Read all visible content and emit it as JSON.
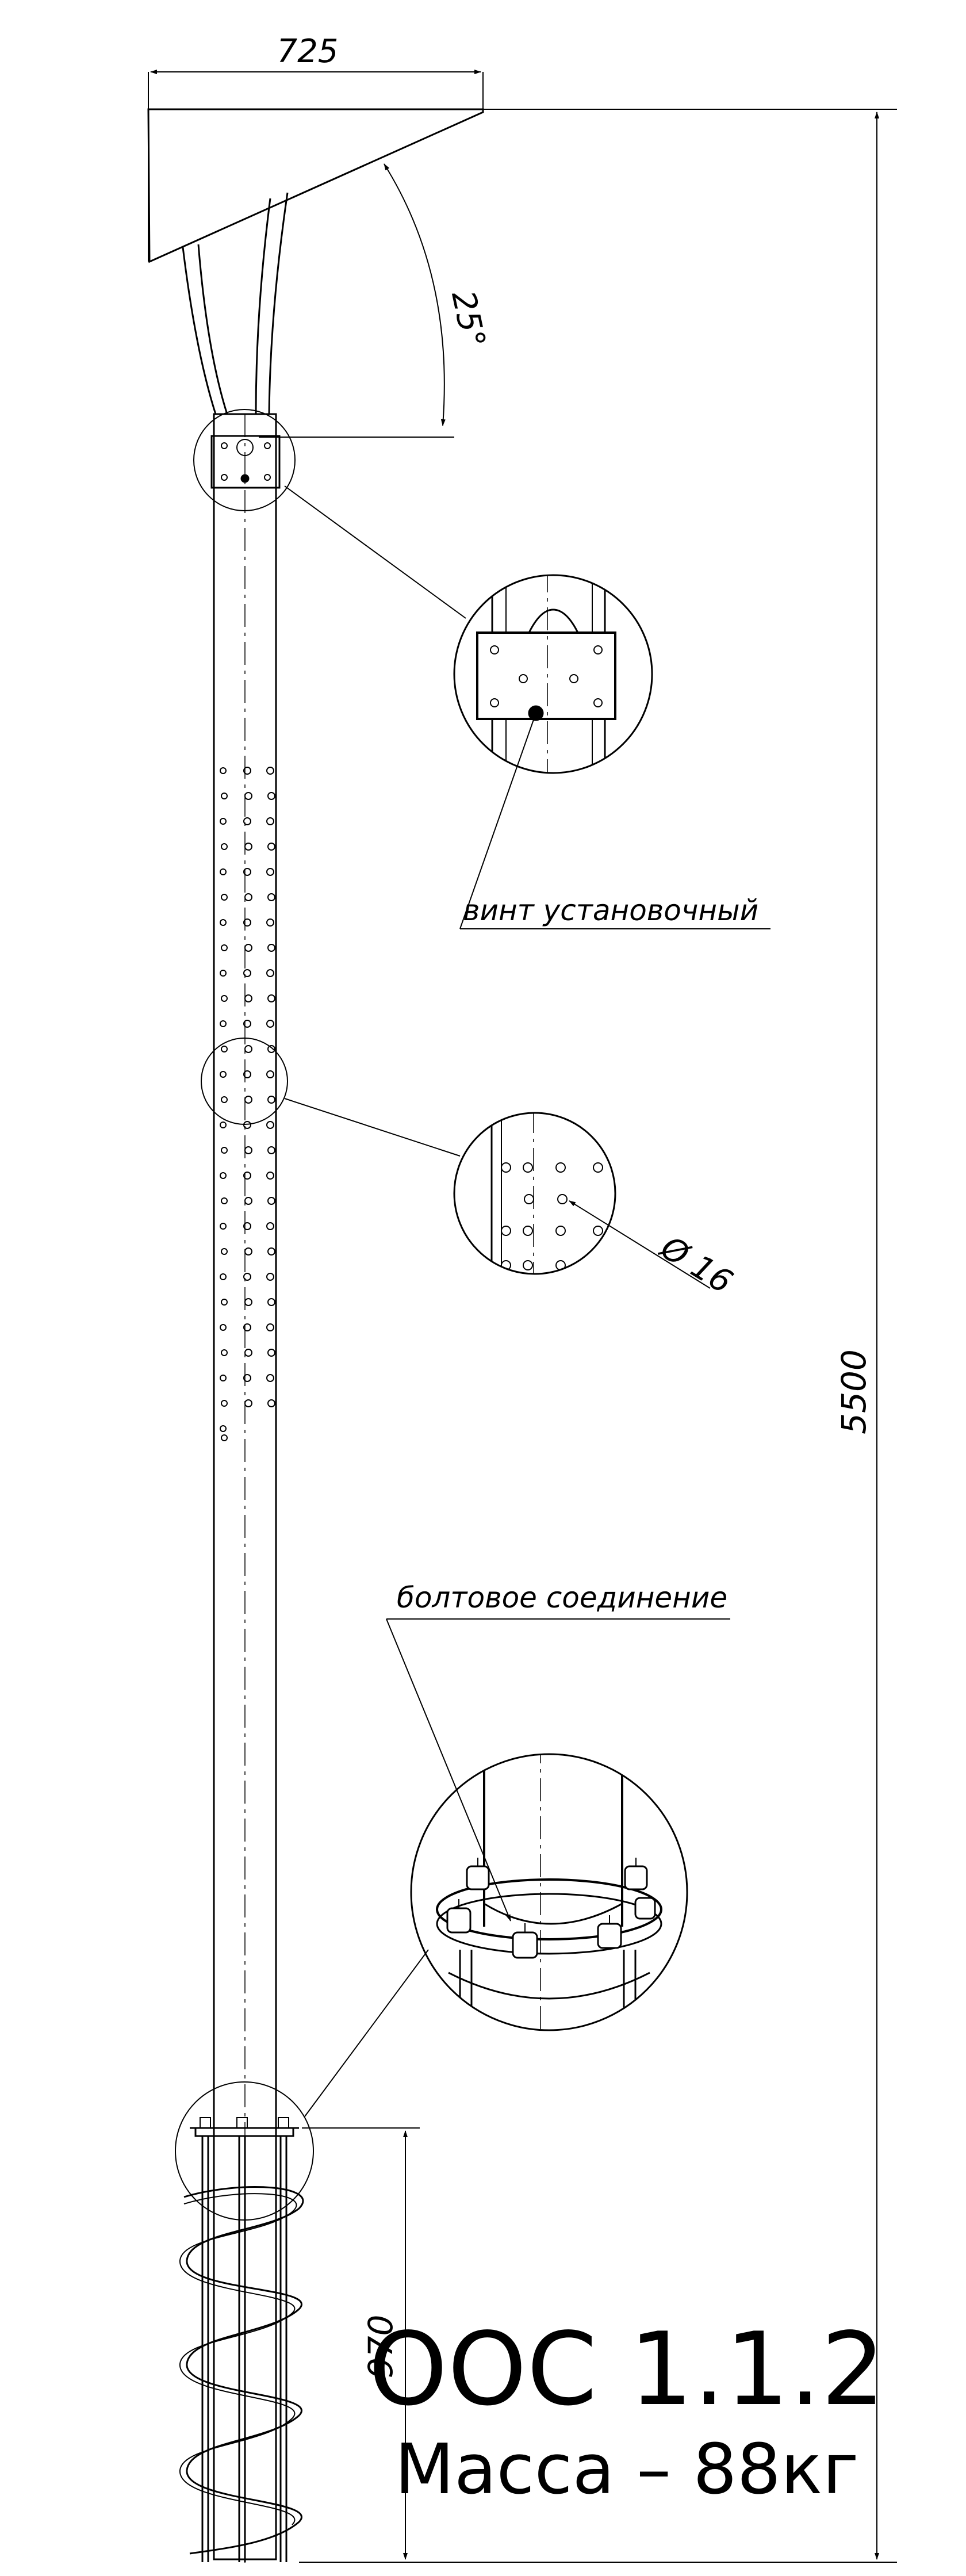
{
  "title": {
    "model": "ООС 1.1.2",
    "mass": "Масса – 88кг"
  },
  "dimensions": {
    "arm_length": "725",
    "arm_angle": "25°",
    "total_height": "5500",
    "embed_depth": "970"
  },
  "callouts": {
    "set_screw": "винт установочный",
    "hole_diameter": "Ø 16",
    "bolt_joint": "болтовое соединение"
  }
}
